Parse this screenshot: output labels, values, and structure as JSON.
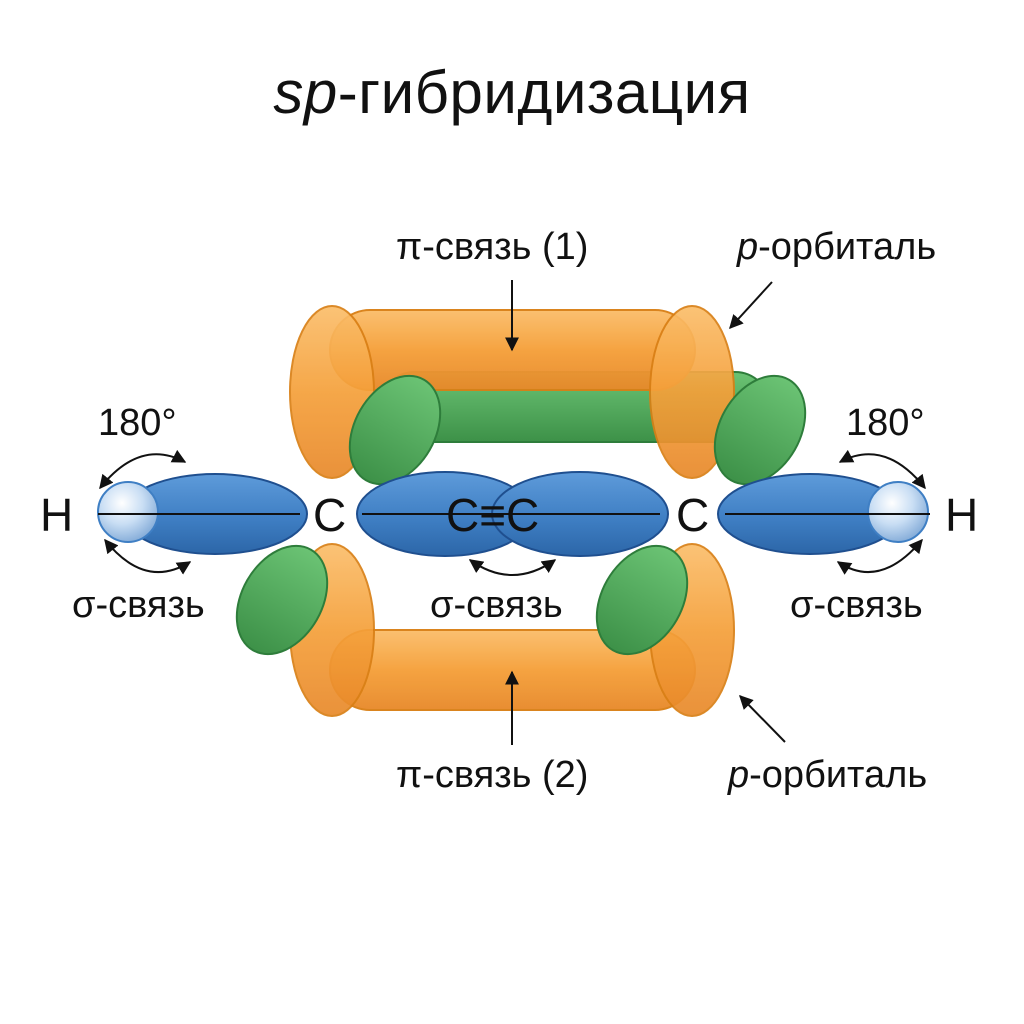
{
  "title": {
    "prefix": "sp",
    "suffix": "-гибридизация"
  },
  "atoms": {
    "h_left": "H",
    "c_left": "C",
    "triple_bond": "C≡C",
    "c_right": "C",
    "h_right": "H"
  },
  "labels": {
    "pi_bond_1": "π-связь (1)",
    "pi_bond_2": "π-связь (2)",
    "p_orbital_top_prefix": "p",
    "p_orbital_top_suffix": "-орбиталь",
    "p_orbital_bottom_prefix": "p",
    "p_orbital_bottom_suffix": "-орбиталь",
    "angle_left": "180°",
    "angle_right": "180°",
    "sigma_left": "σ-связь",
    "sigma_center": "σ-связь",
    "sigma_right": "σ-связь"
  },
  "colors": {
    "orange_orbital": "#F5A03A",
    "orange_edge": "#D97F15",
    "green_orbital": "#4FA85A",
    "green_edge": "#2E7D3B",
    "blue_orbital": "#3F7FC4",
    "blue_edge": "#1F4F8F",
    "hydrogen_sphere": "#A9CBEF"
  }
}
